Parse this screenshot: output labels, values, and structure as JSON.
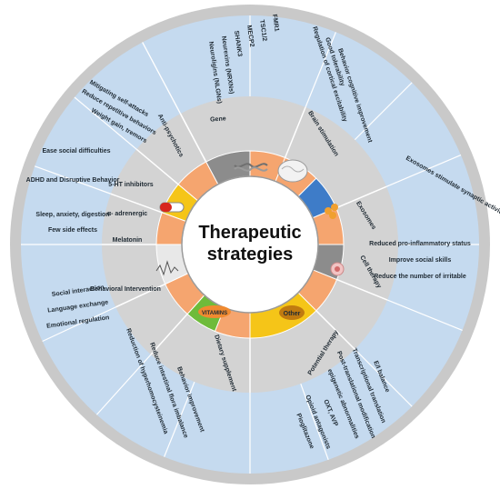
{
  "center": {
    "line1": "Therapeutic",
    "line2": "strategies"
  },
  "colors": {
    "outer_ring": "#c9c9c9",
    "blue_ring": "#c5daef",
    "gray_ring": "#d3d3d3",
    "orange": "#f5a56f",
    "yellow": "#f5c518",
    "dark_gray": "#8c8c8c",
    "blue_panel": "#3e7cc8",
    "white_panel": "#e8e8e8",
    "green_panel": "#6ebb3a",
    "center": "#ffffff"
  },
  "categories": [
    {
      "id": "gene",
      "label": "Gene",
      "items": [
        "FMR1",
        "TSC1/2",
        "MECP2",
        "SHANK3",
        "Neurexins (NRXNs)",
        "Neuroligins (NLGNs)"
      ]
    },
    {
      "id": "brain",
      "label": "Brain stimulation",
      "items": [
        "Regulation of cortical excitability",
        "Good tolerability",
        "Behavior cognitive improvement"
      ]
    },
    {
      "id": "exosomes",
      "label": "Exosomes",
      "items": [
        "Exosomes stimulate synaptic activity"
      ]
    },
    {
      "id": "cell",
      "label": "Cell therapy",
      "items": [
        "Reduced pro-inflammatory status",
        "Improve social skills",
        "Reduce the number of irritable"
      ]
    },
    {
      "id": "potential",
      "label": "Potential therapy",
      "items": [
        "E/I balance",
        "Transcriptional translation",
        "Post-translational modification",
        "epigenetic abnormalities",
        "OXT, AVP",
        "Opioid antagonists",
        "Pioglitazone"
      ]
    },
    {
      "id": "diet",
      "label": "Dietary supplement",
      "items": [
        "Reduction of hyperhomocysteinemia",
        "Reduce intestinal flora imbalance",
        "Behavior improvement"
      ]
    },
    {
      "id": "behavioral",
      "label": "Behavioral Intervention",
      "items": [
        "Social interaction",
        "Language exchange",
        "Emotional regulation"
      ]
    },
    {
      "id": "melatonin",
      "label": "Melatonin",
      "items": [
        "Sleep, anxiety, digestion",
        "Few side effects"
      ]
    },
    {
      "id": "alpha",
      "label": "α- adrenergic",
      "items": [
        "ADHD and Disruptive Behavior"
      ]
    },
    {
      "id": "ht5",
      "label": "5-HT inhibitors",
      "items": [
        "Ease social difficulties"
      ]
    },
    {
      "id": "antipsy",
      "label": "Anti-psychotics",
      "items": [
        "Mitigating self-attacks",
        "Reduce repetitive behaviors",
        "Weight gain, tremors"
      ]
    }
  ],
  "badges": {
    "vitamins": "VITAMINS",
    "other": "Other"
  }
}
